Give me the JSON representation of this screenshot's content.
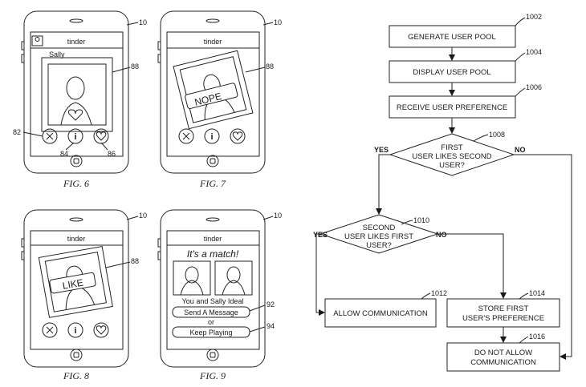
{
  "phone_figures": [
    {
      "caption": "FIG. 6",
      "app_name": "tinder",
      "ref_device": "10",
      "profile_name": "Sally",
      "ref_photo": "88",
      "ref_buttons": [
        "82",
        "84",
        "86"
      ]
    },
    {
      "caption": "FIG. 7",
      "app_name": "tinder",
      "ref_device": "10",
      "stamp": "NOPE",
      "ref_photo": "88"
    },
    {
      "caption": "FIG. 8",
      "app_name": "tinder",
      "ref_device": "10",
      "stamp": "LIKE",
      "ref_photo": "88"
    },
    {
      "caption": "FIG. 9",
      "app_name": "tinder",
      "ref_device": "10",
      "match_title": "It's a match!",
      "match_text": "You and Sally Ideal",
      "send_button": "Send A Message",
      "or_text": "or",
      "keep_button": "Keep Playing",
      "ref_send": "92",
      "ref_keep": "94"
    }
  ],
  "flowchart": {
    "steps": [
      {
        "ref": "1002",
        "label": "GENERATE USER POOL"
      },
      {
        "ref": "1004",
        "label": "DISPLAY USER POOL"
      },
      {
        "ref": "1006",
        "label": "RECEIVE USER PREFERENCE"
      }
    ],
    "decision1": {
      "ref": "1008",
      "lines": [
        "FIRST",
        "USER LIKES SECOND",
        "USER?"
      ],
      "yes": "YES",
      "no": "NO"
    },
    "decision2": {
      "ref": "1010",
      "lines": [
        "SECOND",
        "USER LIKES FIRST",
        "USER?"
      ],
      "yes": "YES",
      "no": "NO"
    },
    "allow": {
      "ref": "1012",
      "label": "ALLOW COMMUNICATION"
    },
    "store": {
      "ref": "1014",
      "lines": [
        "STORE FIRST",
        "USER'S PREFERENCE"
      ]
    },
    "deny": {
      "ref": "1016",
      "lines": [
        "DO NOT ALLOW",
        "COMMUNICATION"
      ]
    }
  }
}
